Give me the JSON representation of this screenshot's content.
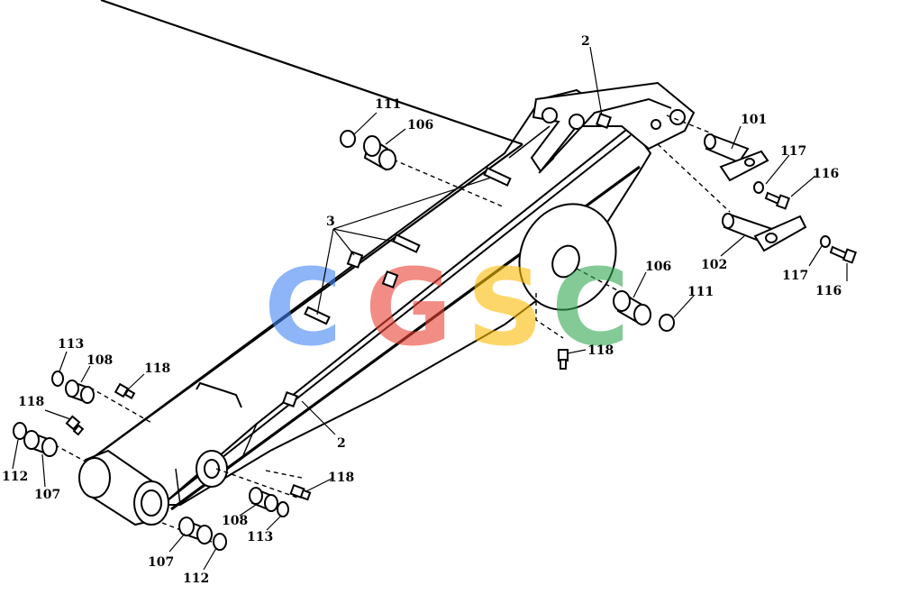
{
  "watermark": {
    "letters": [
      "C",
      "G",
      "S",
      "C"
    ],
    "colors": [
      "#4285F4",
      "#EA4335",
      "#FBBC05",
      "#34A853"
    ]
  },
  "labels": {
    "l2_top": "2",
    "l2_bottom": "2",
    "l3": "3",
    "l101": "101",
    "l102": "102",
    "l106_top": "106",
    "l106_right": "106",
    "l107_left": "107",
    "l107_bottom": "107",
    "l108_left": "108",
    "l108_bottom": "108",
    "l111_top": "111",
    "l111_right": "111",
    "l112_left": "112",
    "l112_bottom": "112",
    "l113_left": "113",
    "l113_bottom": "113",
    "l116_upper": "116",
    "l116_lower": "116",
    "l117_upper": "117",
    "l117_lower": "117",
    "l118_center": "118",
    "l118_upper_left": "118",
    "l118_left": "118",
    "l118_bottom": "118"
  }
}
